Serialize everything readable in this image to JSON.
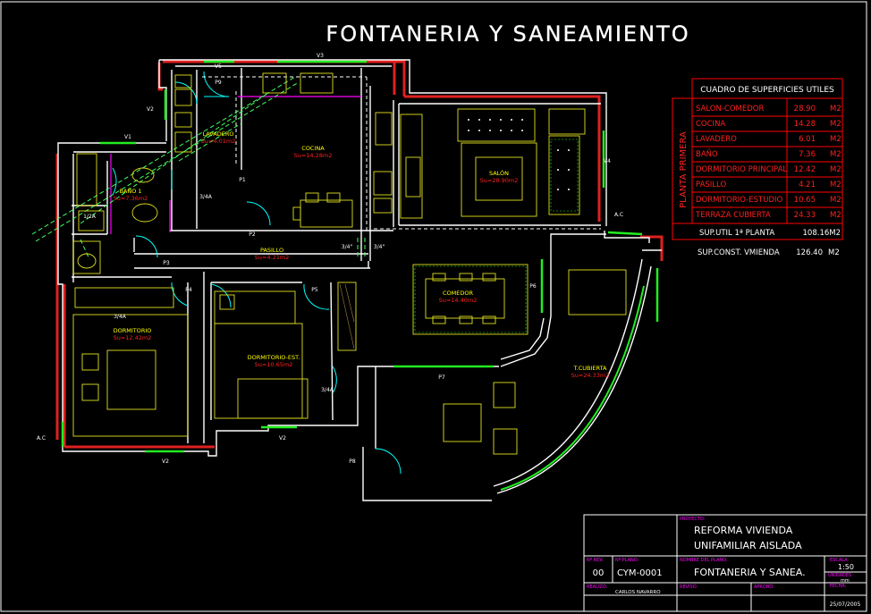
{
  "title": "FONTANERIA Y SANEAMIENTO",
  "colors": {
    "background": "#000000",
    "wall": "#ffffff",
    "outer_band": "#e02020",
    "window": "#22ee22",
    "door": "#00ffff",
    "furniture": "#e0e020",
    "room_name": "#ffff00",
    "room_area": "#ff2020",
    "hidden": "#ff00ff",
    "pipe": "#40ff60",
    "table_border": "#ff0000",
    "frame": "#ffffff"
  },
  "rooms": [
    {
      "name": "LAVADERO",
      "area": "Su=4.01m2"
    },
    {
      "name": "COCINA",
      "area": "Su=14.28m2"
    },
    {
      "name": "SALÓN",
      "area": "Su=28.90m2"
    },
    {
      "name": "BAÑO 1",
      "area": "Su=7.36m2"
    },
    {
      "name": "PASILLO",
      "area": "Su=4.21m2"
    },
    {
      "name": "COMEDOR",
      "area": "Su=14.40m2"
    },
    {
      "name": "DORMITORIO",
      "area": "Su=12.42m2"
    },
    {
      "name": "DORMITORIO-EST.",
      "area": "Su=10.65m2"
    },
    {
      "name": "T.CUBIERTA",
      "area": "Su=24.33m2"
    }
  ],
  "labels": {
    "windows": [
      "V1",
      "V2",
      "V3",
      "V4",
      "V5",
      "V2",
      "V2"
    ],
    "doors": [
      "P1",
      "P2",
      "P3",
      "P4",
      "P5",
      "P6",
      "P7",
      "P8",
      "P9"
    ],
    "pipes": [
      "3/4\"",
      "3/4\""
    ],
    "aux": [
      "A.C",
      "A.C",
      "1/2A",
      "3/4A",
      "3/4A",
      "3/4A"
    ]
  },
  "surfaces_table": {
    "header": "CUADRO DE SUPERFICIES UTILES",
    "side_label": "PLANTA PRIMERA",
    "rows": [
      {
        "room": "SALON-COMEDOR",
        "area": "28.90",
        "unit": "M2"
      },
      {
        "room": "COCINA",
        "area": "14.28",
        "unit": "M2"
      },
      {
        "room": "LAVADERO",
        "area": "6.01",
        "unit": "M2"
      },
      {
        "room": "BAÑO",
        "area": "7.36",
        "unit": "M2"
      },
      {
        "room": "DORMITORIO PRINCIPAL",
        "area": "12.42",
        "unit": "M2"
      },
      {
        "room": "PASILLO",
        "area": "4.21",
        "unit": "M2"
      },
      {
        "room": "DORMITORIO-ESTUDIO",
        "area": "10.65",
        "unit": "M2"
      },
      {
        "room": "TERRAZA CUBIERTA",
        "area": "24.33",
        "unit": "M2"
      }
    ],
    "total_label": "SUP.UTIL 1ª PLANTA",
    "total_value": "108.16M2",
    "const_label": "SUP.CONST. VMIENDA",
    "const_value": "126.40",
    "const_unit": "M2"
  },
  "title_block": {
    "proyecto_label": "PROYECTO:",
    "proyecto_line1": "REFORMA VIVIENDA",
    "proyecto_line2": "UNIFAMILIAR AISLADA",
    "rev_label": "Nº REV.",
    "rev_value": "00",
    "plano_num_label": "Nº PLANO:",
    "plano_num_value": "CYM-0001",
    "nombre_label": "NOMBRE DEL PLANO:",
    "nombre_value": "FONTANERIA Y SANEA.",
    "escala_label": "ESCALA:",
    "escala_value": "1:50",
    "units_label": "UNIDADES",
    "units_value": "mm",
    "fecha_label": "FECHA:",
    "fecha_value": "25/07/2005",
    "realizo_label": "REALIZÓ:",
    "realizo_value": "CARLOS NAVARRO",
    "reviso_label": "REVISÓ:",
    "aprobo_label": "APROBÓ:"
  }
}
